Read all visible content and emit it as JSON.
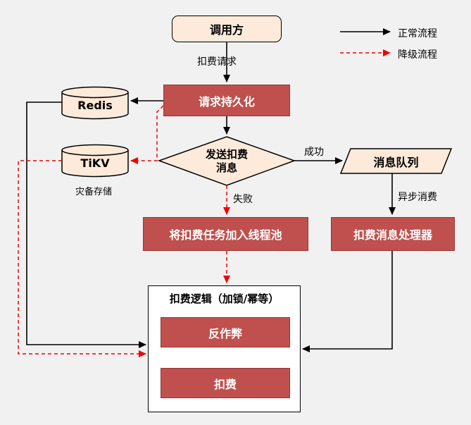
{
  "colors": {
    "background": "#f1f1f1",
    "node_fill_red": "#c0504d",
    "node_border_red": "#963634",
    "shape_fill_cream": "#fdeada",
    "shape_border": "#000000",
    "normal_flow": "#000000",
    "degraded_flow": "#f40000",
    "node_text": "#ffffff"
  },
  "legend": {
    "normal_label": "正常流程",
    "degraded_label": "降级流程"
  },
  "nodes": {
    "caller": {
      "label": "调用方"
    },
    "persist": {
      "label": "请求持久化"
    },
    "redis": {
      "label": "Redis"
    },
    "tikv": {
      "label": "TiKV",
      "caption": "灾备存储"
    },
    "send_msg_decision": {
      "label_line1": "发送扣费",
      "label_line2": "消息"
    },
    "message_queue": {
      "label": "消息队列"
    },
    "msg_processor": {
      "label": "扣费消息处理器"
    },
    "thread_pool": {
      "label": "将扣费任务加入线程池"
    },
    "deduct_logic": {
      "title": "扣费逻辑（加锁/幂等）"
    },
    "anti_cheat": {
      "label": "反作弊"
    },
    "deduct": {
      "label": "扣费"
    }
  },
  "edge_labels": {
    "request": "扣费请求",
    "success": "成功",
    "fail": "失败",
    "async_consume": "异步消费"
  }
}
